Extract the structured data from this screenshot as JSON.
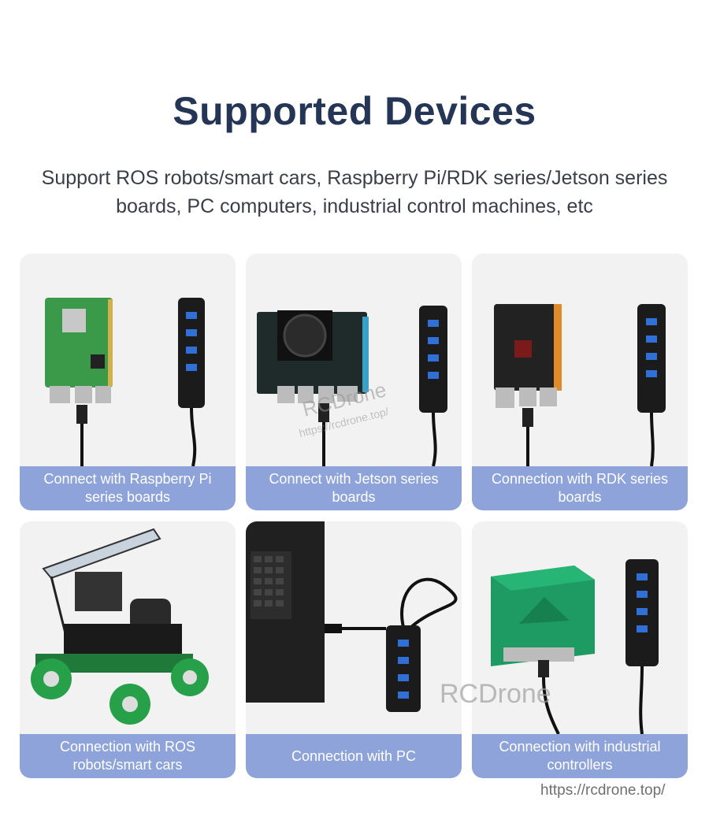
{
  "page": {
    "title": "Supported Devices",
    "subtitle": "Support ROS robots/smart cars, Raspberry Pi/RDK series/Jetson series boards, PC computers, industrial control machines, etc"
  },
  "cards": [
    {
      "caption": "Connect with Raspberry Pi series boards",
      "icon": "raspberry-pi-board"
    },
    {
      "caption": "Connect with Jetson series boards",
      "icon": "jetson-board"
    },
    {
      "caption": "Connection with RDK series boards",
      "icon": "rdk-board"
    },
    {
      "caption": "Connection with ROS robots/smart cars",
      "icon": "ros-robot-car"
    },
    {
      "caption": "Connection with PC",
      "icon": "laptop-pc"
    },
    {
      "caption": "Connection with industrial controllers",
      "icon": "industrial-controller"
    }
  ],
  "watermarks": {
    "logo": "RCDrone",
    "url_small": "https://rcdrone.top/",
    "logo_large": "RCDrone",
    "url_bottom": "https://rcdrone.top/"
  },
  "colors": {
    "title": "#243556",
    "caption_bg": "#8ea3d9",
    "card_bg": "#f2f2f3",
    "usb_blue": "#2f6fd6"
  }
}
